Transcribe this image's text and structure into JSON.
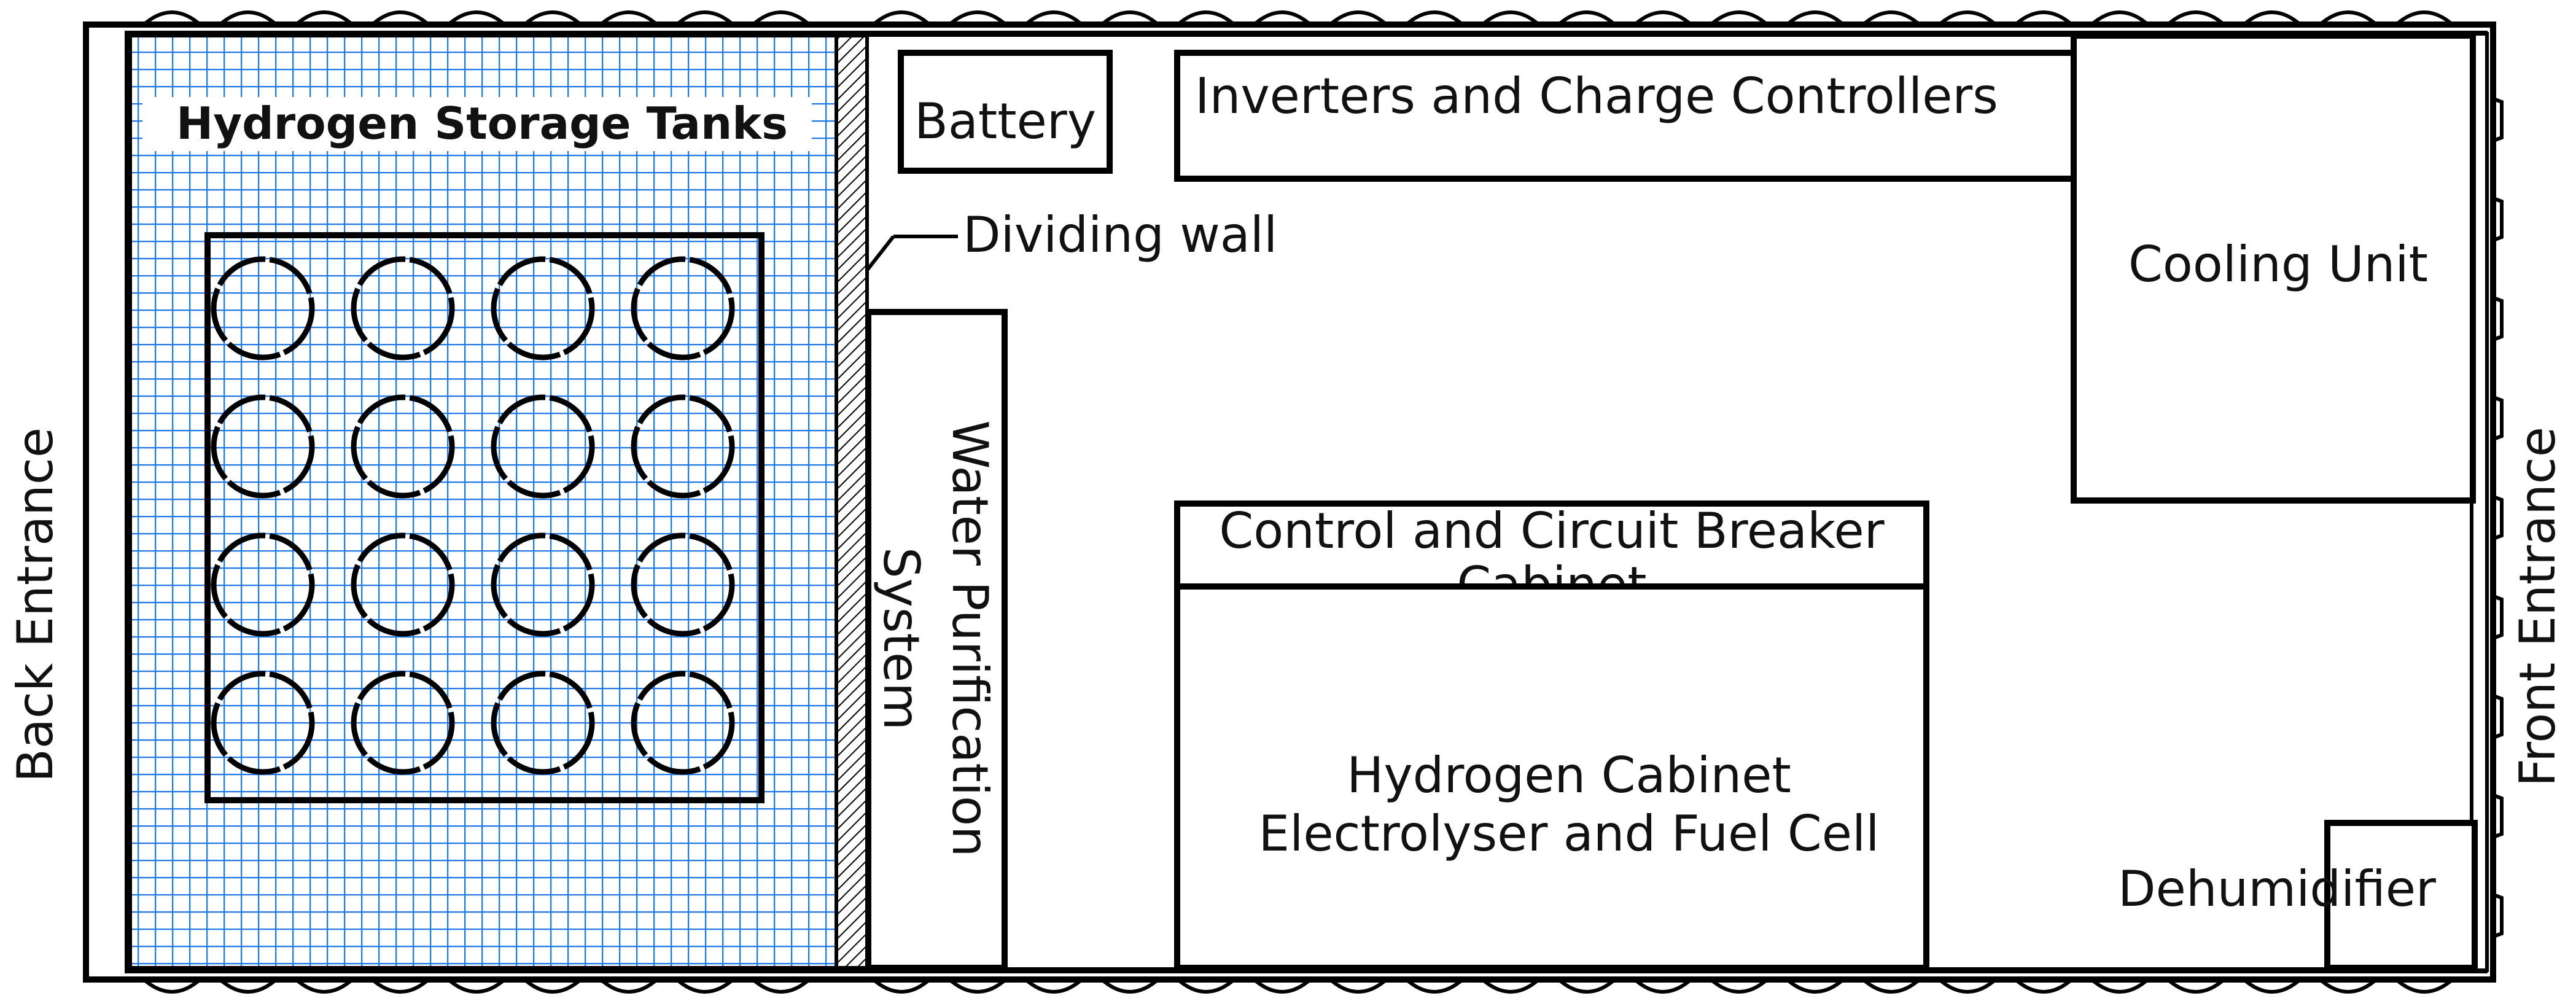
{
  "labels": {
    "hydrogen_storage": "Hydrogen Storage Tanks",
    "battery": "Battery",
    "inverters": "Inverters and Charge Controllers",
    "dividing_wall": "Dividing wall",
    "cooling_unit": "Cooling Unit",
    "water_purification_line1": "Water Purification",
    "water_purification_line2": "System",
    "control_cabinet_line1": "Control and Circuit Breaker",
    "control_cabinet_line2": "Cabinet",
    "hydrogen_cabinet_line1": "Hydrogen Cabinet",
    "hydrogen_cabinet_line2": "Electrolyser and Fuel Cell",
    "dehumidifier": "Dehumidifier",
    "back_entrance": "Back Entrance",
    "front_entrance": "Front Entrance"
  },
  "tanks": {
    "rows": 4,
    "cols": 4
  },
  "colors": {
    "grid_line": "#1e78e6",
    "outline": "#000000",
    "background": "#ffffff"
  }
}
